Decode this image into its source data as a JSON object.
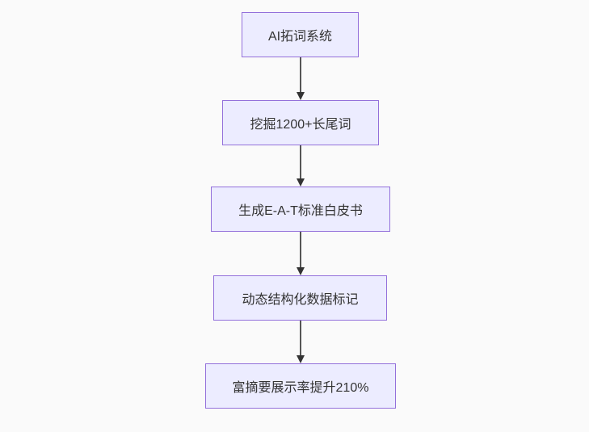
{
  "page": {
    "background": "#fafafa"
  },
  "flowchart": {
    "type": "flowchart",
    "direction": "top-down",
    "node_fill": "#ECECFF",
    "node_border": "#9370DB",
    "text_color": "#333333",
    "arrow_color": "#333333",
    "nodes": [
      {
        "label": "AI拓词系统"
      },
      {
        "label": "挖掘1200+长尾词"
      },
      {
        "label": "生成E-A-T标准白皮书"
      },
      {
        "label": "动态结构化数据标记"
      },
      {
        "label": "富摘要展示率提升210%"
      }
    ],
    "edges": [
      {
        "from": 0,
        "to": 1
      },
      {
        "from": 1,
        "to": 2
      },
      {
        "from": 2,
        "to": 3
      },
      {
        "from": 3,
        "to": 4
      }
    ]
  }
}
